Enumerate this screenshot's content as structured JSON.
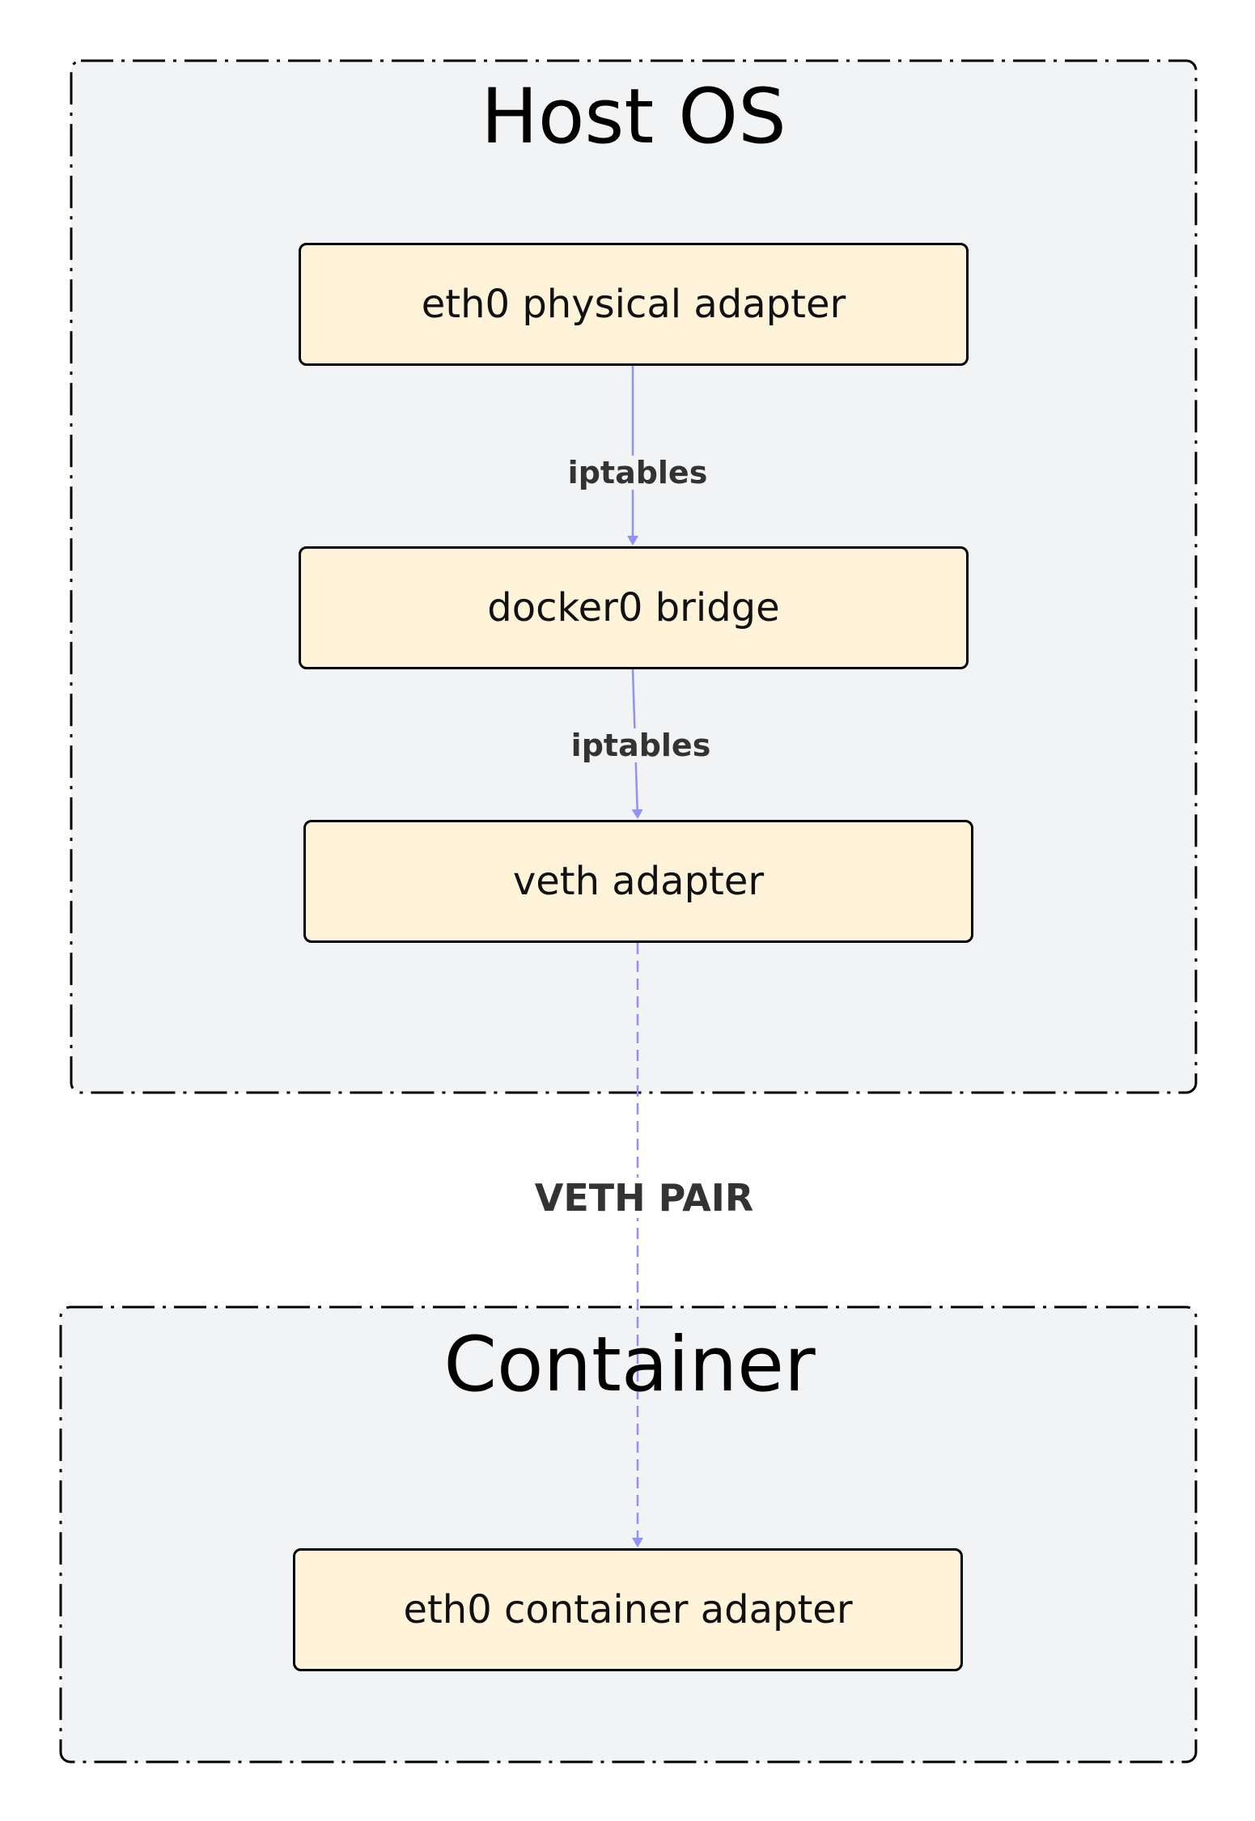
{
  "colors": {
    "group_fill": "#f2f3f5",
    "group_border": "#000000",
    "node_fill": "#fff3da",
    "node_border": "#000000",
    "edge": "#9191f7",
    "label_text": "#333333"
  },
  "groups": {
    "host_os": {
      "title": "Host OS"
    },
    "container": {
      "title": "Container"
    }
  },
  "nodes": {
    "eth0_physical": {
      "label": "eth0 physical adapter"
    },
    "docker0_bridge": {
      "label": "docker0 bridge"
    },
    "veth_adapter": {
      "label": "veth adapter"
    },
    "eth0_container": {
      "label": "eth0 container adapter"
    }
  },
  "edges": {
    "eth0_to_docker0": {
      "label": "iptables",
      "style": "solid"
    },
    "docker0_to_veth": {
      "label": "iptables",
      "style": "solid"
    },
    "veth_to_container": {
      "label": "VETH PAIR",
      "style": "dashed"
    }
  }
}
